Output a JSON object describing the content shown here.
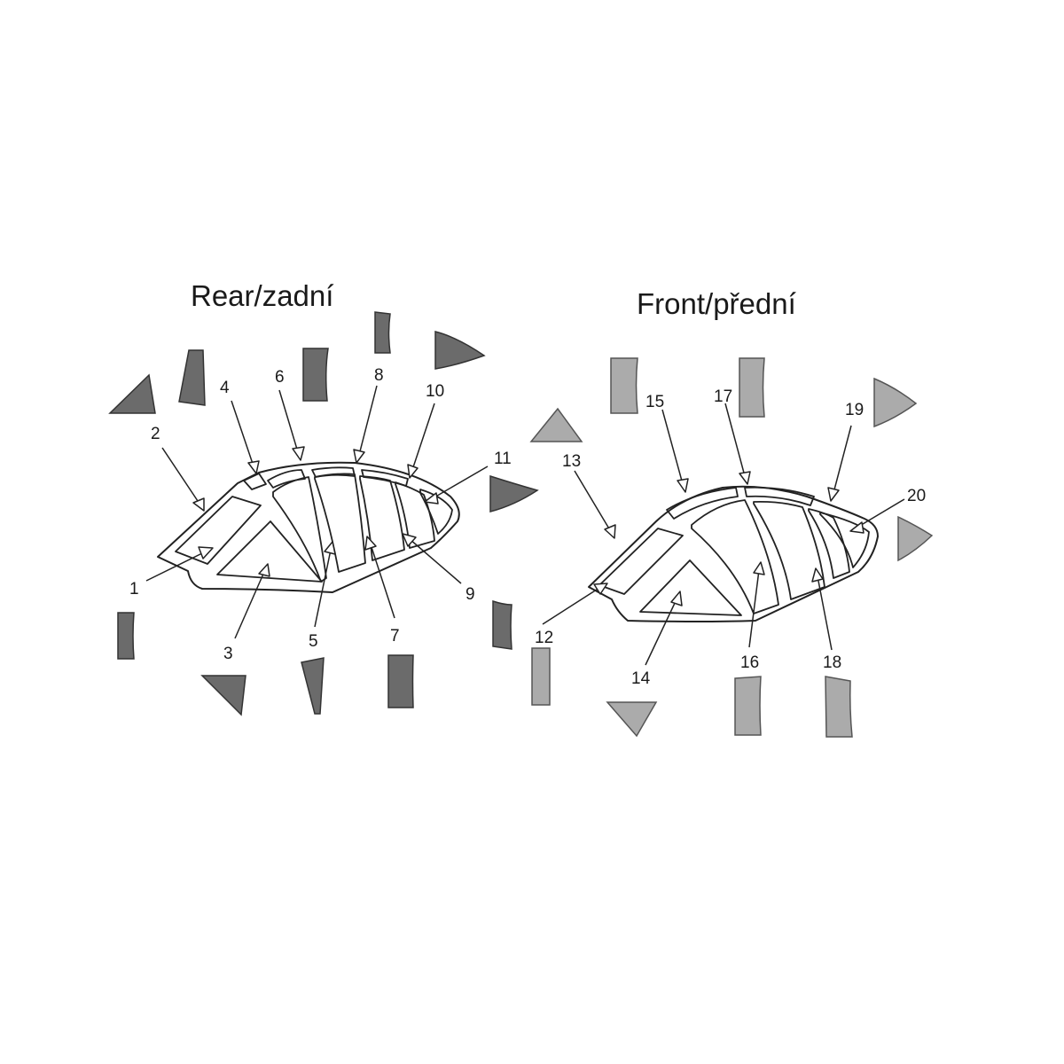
{
  "titles": {
    "rear": "Rear/zadní",
    "front": "Front/přední"
  },
  "colors": {
    "rear_mask": "#6b6b6b",
    "front_mask": "#ababab",
    "background": "#ffffff",
    "outline": "#222222"
  },
  "labels": {
    "n1": "1",
    "n2": "2",
    "n3": "3",
    "n4": "4",
    "n5": "5",
    "n6": "6",
    "n7": "7",
    "n8": "8",
    "n9": "9",
    "n10": "10",
    "n11": "11",
    "n12": "12",
    "n13": "13",
    "n14": "14",
    "n15": "15",
    "n16": "16",
    "n17": "17",
    "n18": "18",
    "n19": "19",
    "n20": "20"
  }
}
